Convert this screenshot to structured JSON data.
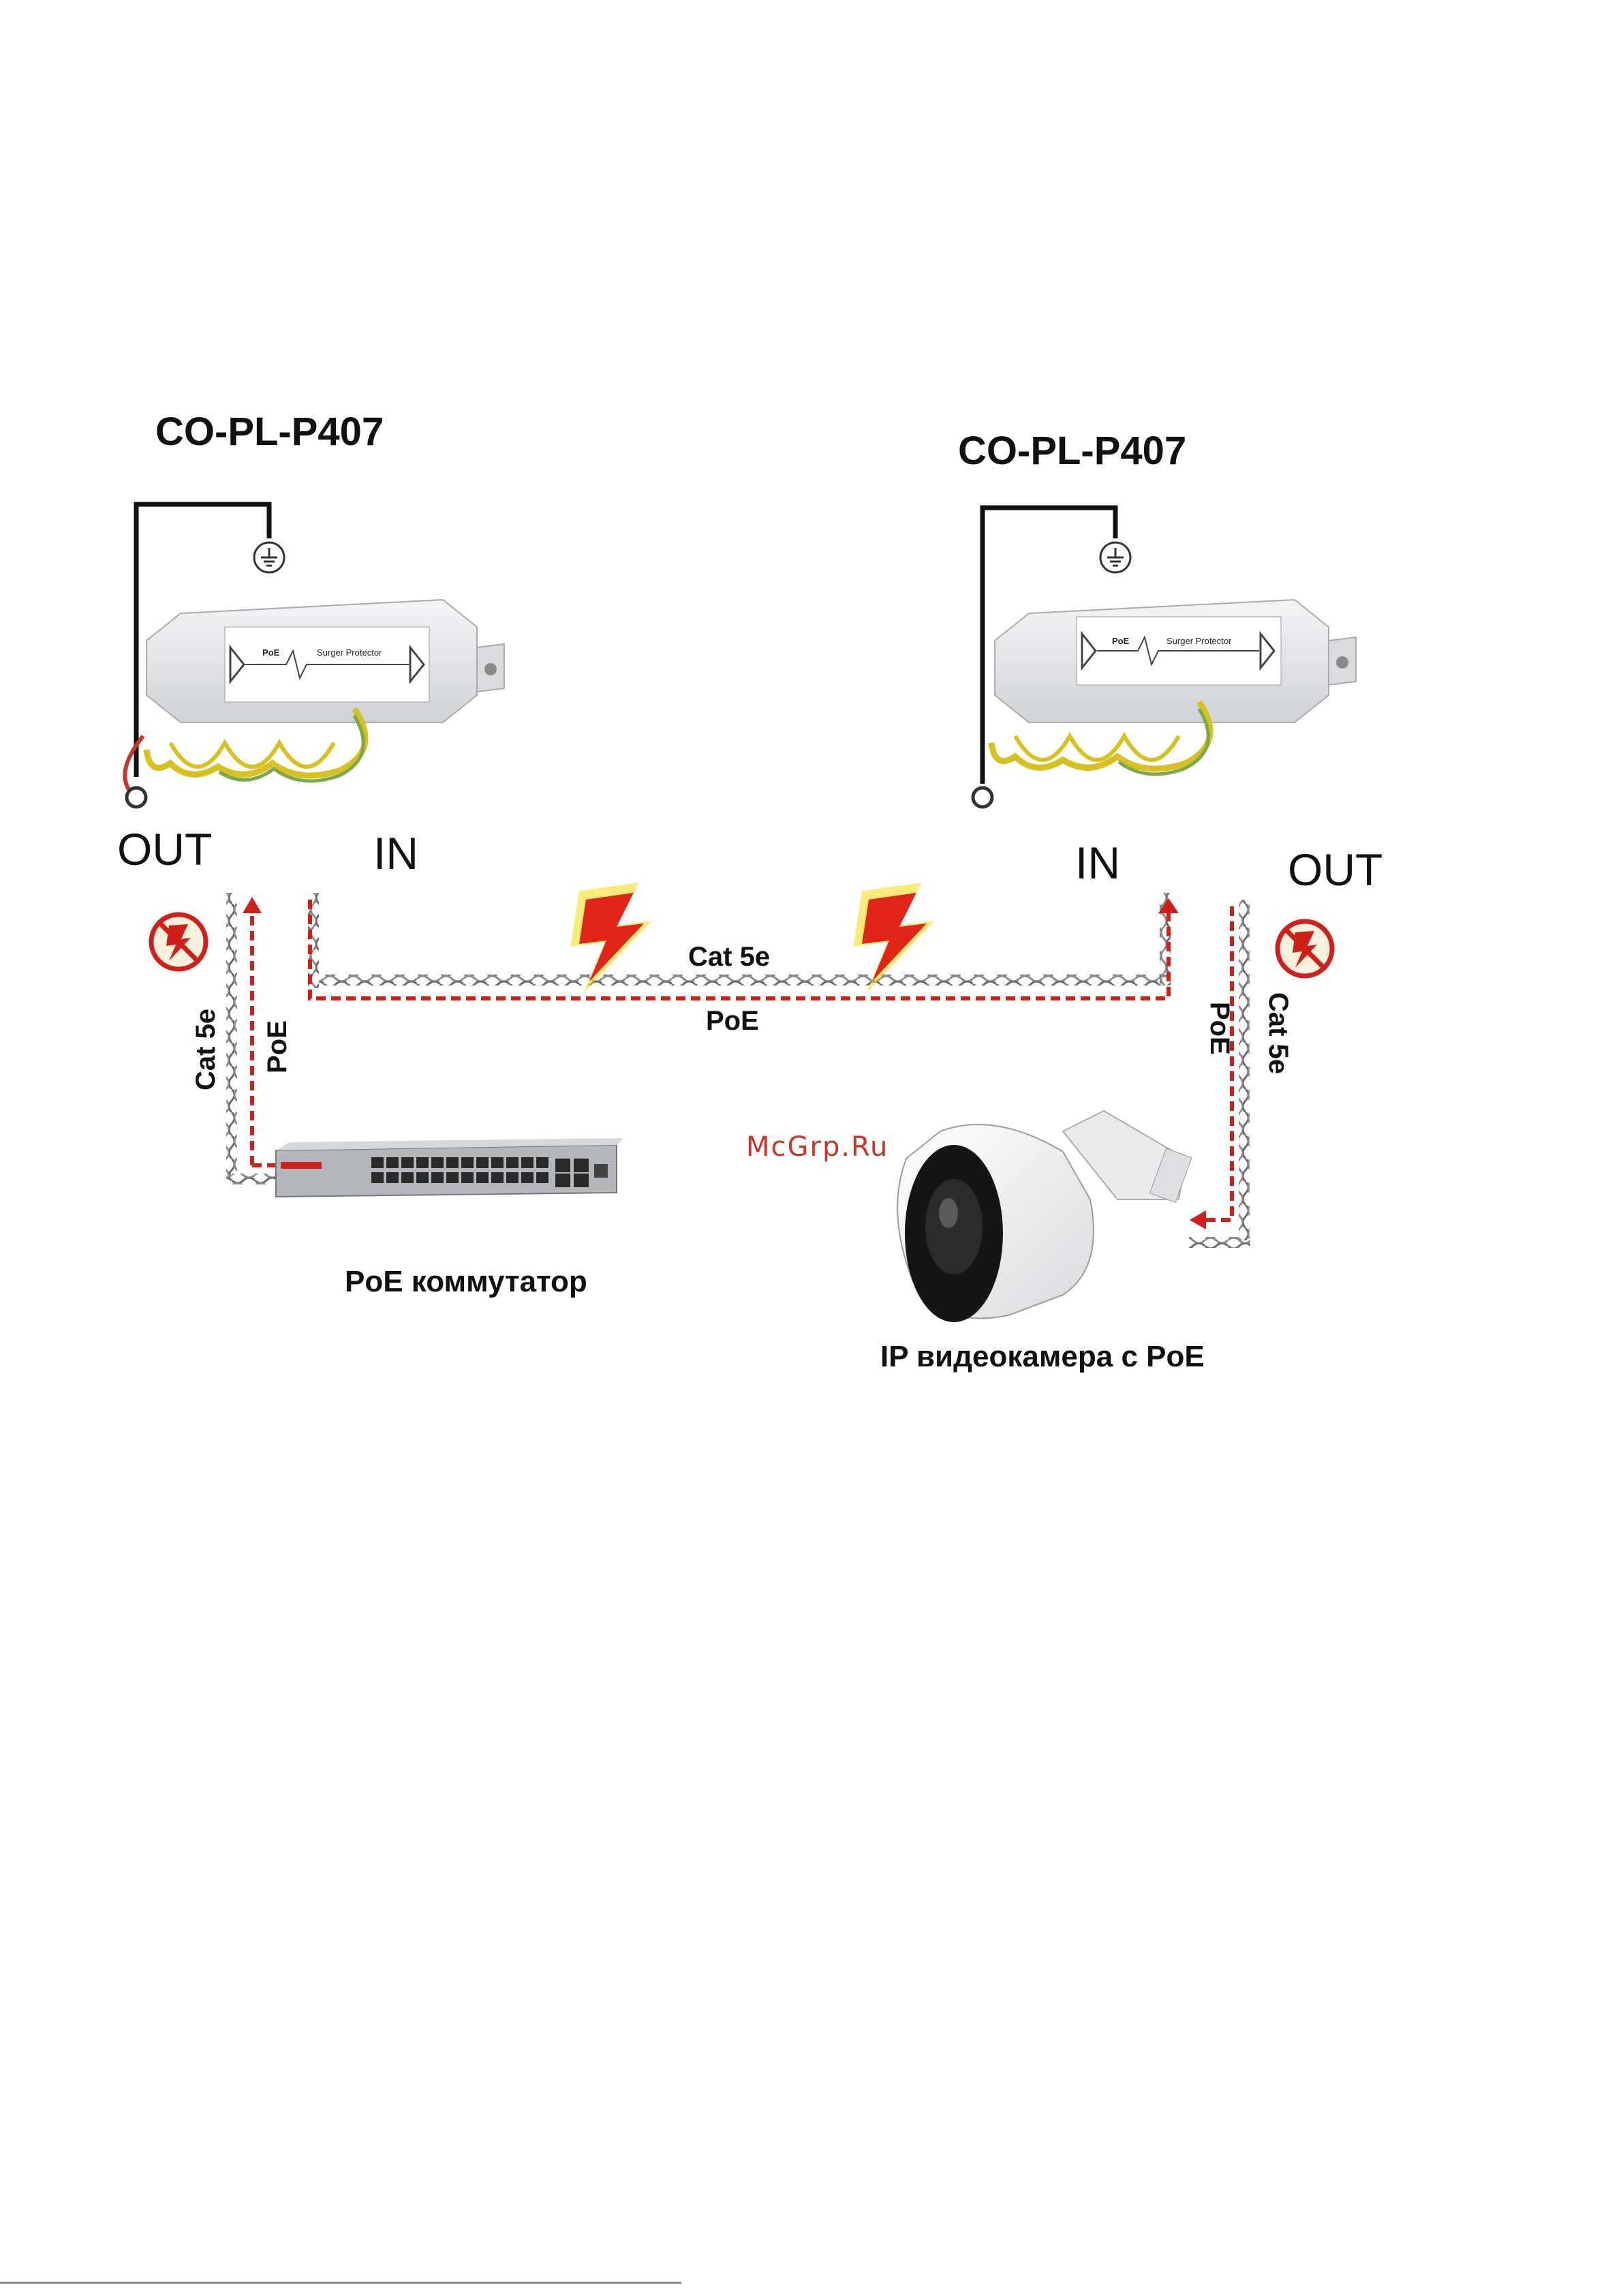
{
  "protector_left": {
    "model": "CO-PL-P407",
    "out": "OUT",
    "in": "IN",
    "badge_text": "PoE",
    "badge_sub": "Surger Protector"
  },
  "protector_right": {
    "model": "CO-PL-P407",
    "out": "OUT",
    "in": "IN",
    "badge_text": "PoE",
    "badge_sub": "Surger Protector"
  },
  "link_middle": {
    "cable": "Cat 5e",
    "power": "PoE"
  },
  "link_left": {
    "cable": "Cat 5e",
    "power": "PoE"
  },
  "link_right": {
    "cable": "Cat 5e",
    "power": "PoE"
  },
  "switch": {
    "caption": "PoE коммутатор"
  },
  "camera": {
    "caption": "IP видеокамера с PoE"
  },
  "watermark": "McGrp.Ru",
  "colors": {
    "power_line": "#d0201a",
    "cable": "#555555",
    "ground_wire": "#111111",
    "coil_yellow": "#d8c021",
    "coil_green": "#7aa84a",
    "lightning": "#e0251b",
    "lightning_glow": "#f5d90a"
  }
}
